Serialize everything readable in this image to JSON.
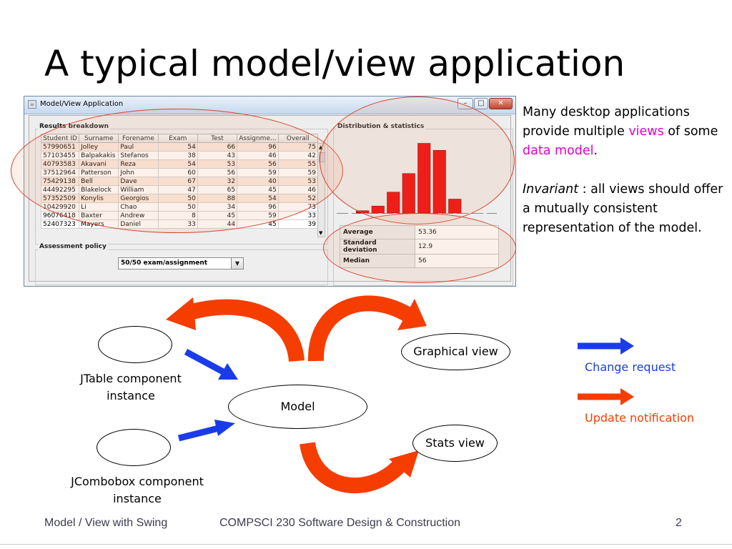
{
  "slide": {
    "title": "A typical model/view application",
    "description": {
      "p1_a": "Many desktop applications provide multiple ",
      "p1_views": "views",
      "p1_b": " of some ",
      "p1_model": "data model",
      "p1_c": ".",
      "p2_italic": "Invariant",
      "p2_rest": " : all views should offer a mutually consistent representation of the model."
    }
  },
  "window": {
    "title": "Model/View Application",
    "results_label": "Results breakdown",
    "distribution_label": "Distribution & statistics",
    "policy_label": "Assessment policy",
    "policy_value": "50/50 exam/assignment",
    "table": {
      "headers": [
        "Student ID",
        "Surname",
        "Forename",
        "Exam",
        "Test",
        "Assignme...",
        "Overall"
      ],
      "rows": [
        [
          "57990651",
          "Jolley",
          "Paul",
          "54",
          "66",
          "96",
          "75"
        ],
        [
          "57103455",
          "Balpakakis",
          "Stefanos",
          "38",
          "43",
          "46",
          "42"
        ],
        [
          "40793583",
          "Akavani",
          "Reza",
          "54",
          "53",
          "56",
          "55"
        ],
        [
          "37512964",
          "Patterson",
          "John",
          "60",
          "56",
          "59",
          "59"
        ],
        [
          "75429138",
          "Bell",
          "Dave",
          "67",
          "32",
          "40",
          "53"
        ],
        [
          "44492295",
          "Blakelock",
          "William",
          "47",
          "65",
          "45",
          "46"
        ],
        [
          "57352509",
          "Konylis",
          "Georgios",
          "50",
          "88",
          "54",
          "52"
        ],
        [
          "10429920",
          "Li",
          "Chao",
          "50",
          "34",
          "96",
          "73"
        ],
        [
          "96076418",
          "Baxter",
          "Andrew",
          "8",
          "45",
          "59",
          "33"
        ],
        [
          "52407323",
          "Mayers",
          "Daniel",
          "33",
          "44",
          "45",
          "39"
        ]
      ]
    },
    "stats": [
      {
        "label": "Average",
        "value": "53.36"
      },
      {
        "label": "Standard deviation",
        "value": "12.9"
      },
      {
        "label": "Median",
        "value": "56"
      }
    ],
    "colors": {
      "bar": "#ee0000",
      "highlight": "#d9452c"
    }
  },
  "chart_data": {
    "type": "bar",
    "title": "",
    "values": [
      0,
      1,
      3,
      9,
      17,
      30,
      27,
      6,
      0,
      0
    ],
    "ylim": [
      0,
      32
    ]
  },
  "diagram": {
    "model_label": "Model",
    "graphical_label": "Graphical view",
    "stats_label": "Stats view",
    "jtable_caption_1": "JTable component",
    "jtable_caption_2": "instance",
    "jcombo_caption_1": "JCombobox  component",
    "jcombo_caption_2": "instance",
    "colors": {
      "change_request": "#1a3ce8",
      "update_notification": "#f53d00"
    }
  },
  "legend": {
    "change_request": "Change request",
    "update_notification": "Update notification"
  },
  "footer": {
    "left": "Model / View with Swing",
    "center": "COMPSCI 230 Software Design & Construction",
    "page": "2"
  }
}
